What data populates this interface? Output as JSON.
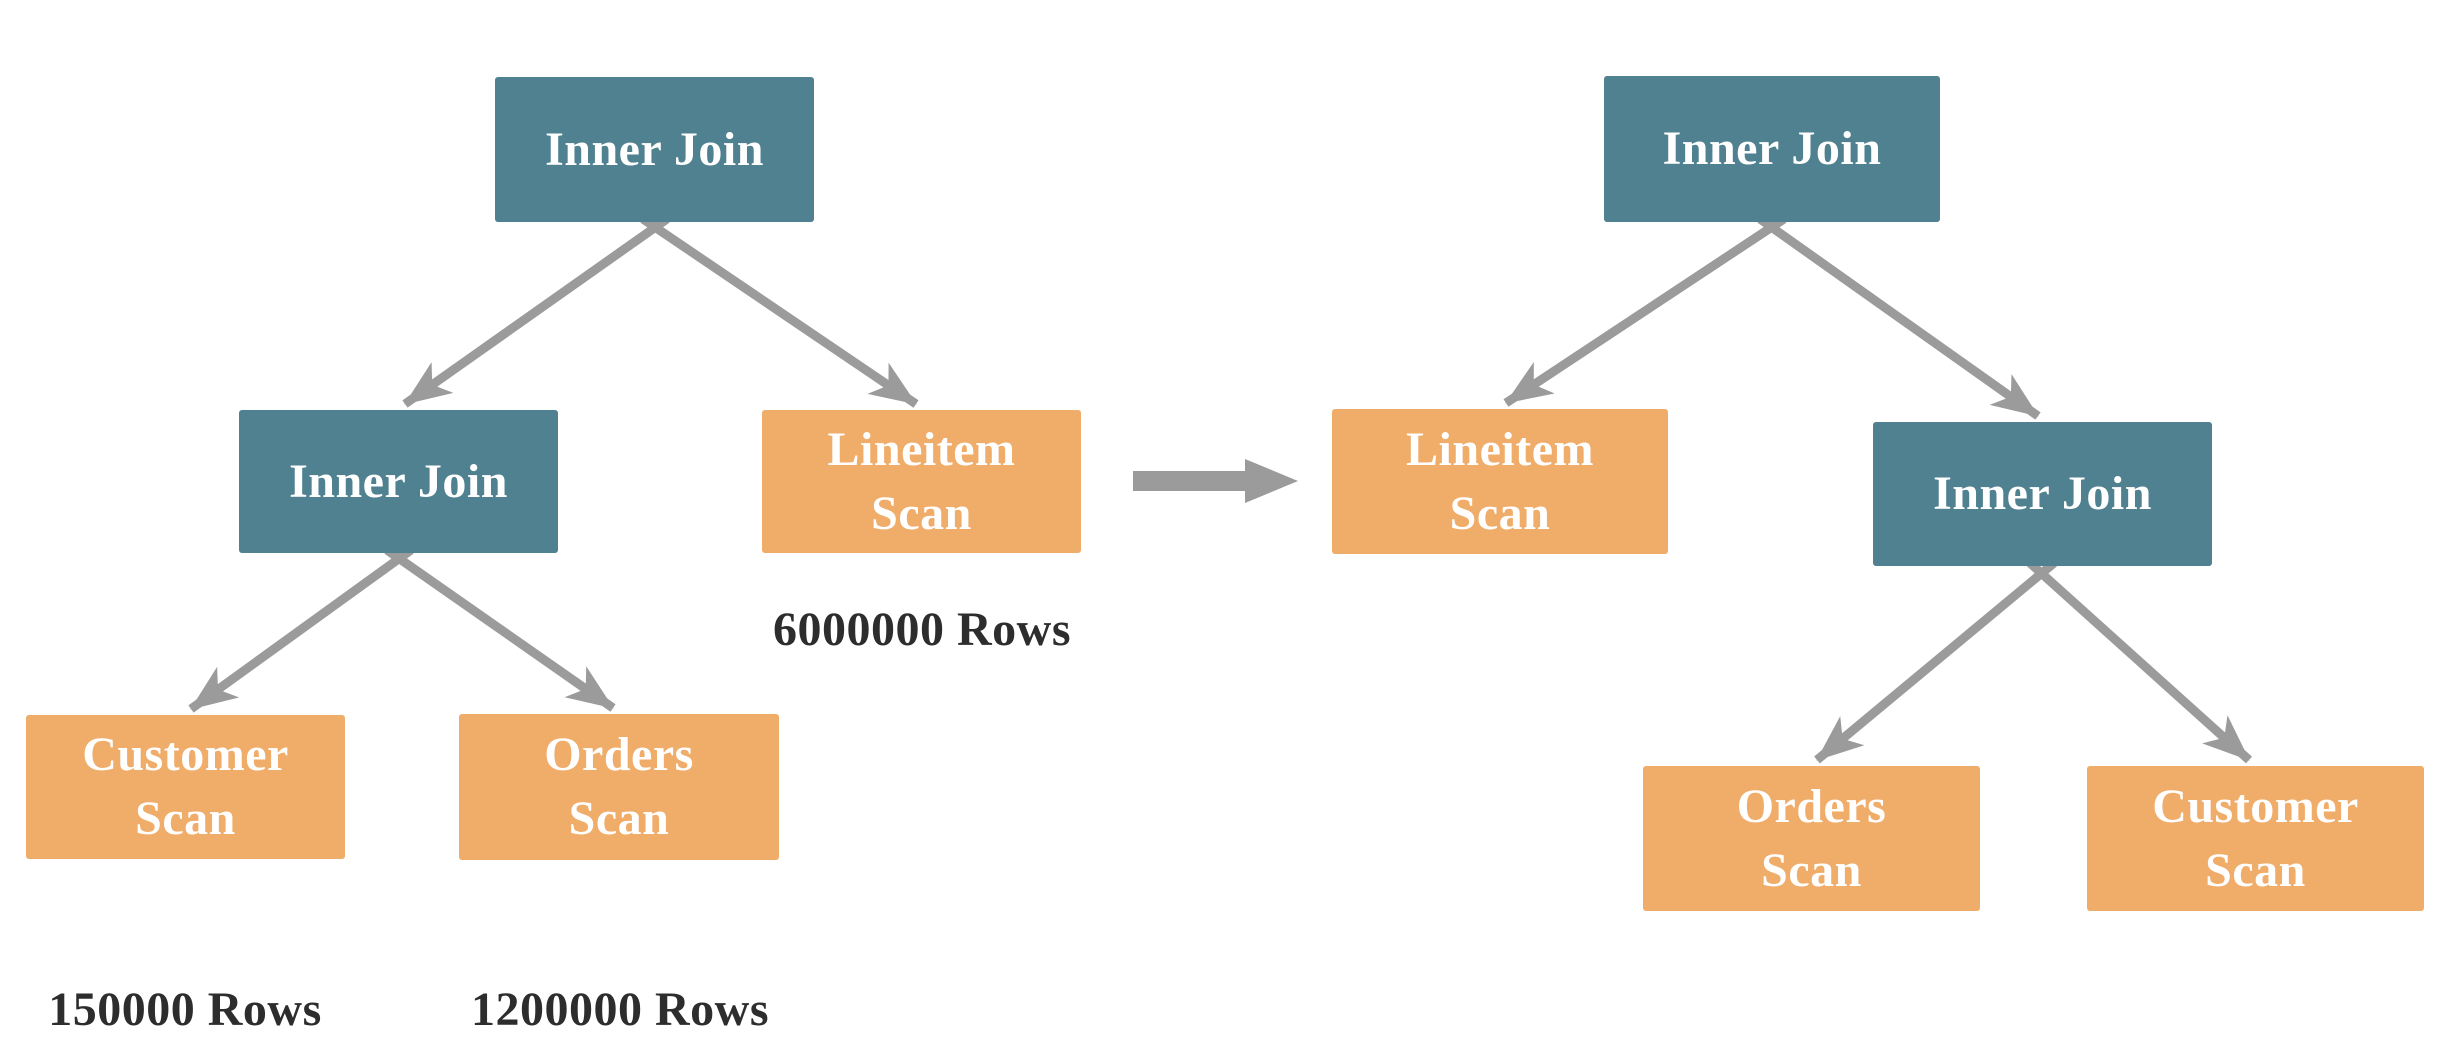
{
  "diagram": {
    "description": "Query plan join-order transformation: left join tree rewritten into right join tree",
    "colors": {
      "join_node": "#4F8191",
      "scan_node": "#F0AC69",
      "arrow": "#9B9B9B",
      "node_text": "#FFFFFF",
      "rows_label_text": "#2D2D2D",
      "background": "#FFFFFF"
    },
    "left_tree": {
      "root_join": {
        "label": "Inner Join"
      },
      "inner_join": {
        "label": "Inner Join"
      },
      "lineitem_scan": {
        "line1": "Lineitem",
        "line2": "Scan",
        "rows_label": "6000000 Rows"
      },
      "customer_scan": {
        "line1": "Customer",
        "line2": "Scan",
        "rows_label": "150000 Rows"
      },
      "orders_scan": {
        "line1": "Orders",
        "line2": "Scan",
        "rows_label": "1200000 Rows"
      }
    },
    "right_tree": {
      "root_join": {
        "label": "Inner Join"
      },
      "lineitem_scan": {
        "line1": "Lineitem",
        "line2": "Scan"
      },
      "inner_join": {
        "label": "Inner Join"
      },
      "orders_scan": {
        "line1": "Orders",
        "line2": "Scan"
      },
      "customer_scan": {
        "line1": "Customer",
        "line2": "Scan"
      }
    }
  }
}
